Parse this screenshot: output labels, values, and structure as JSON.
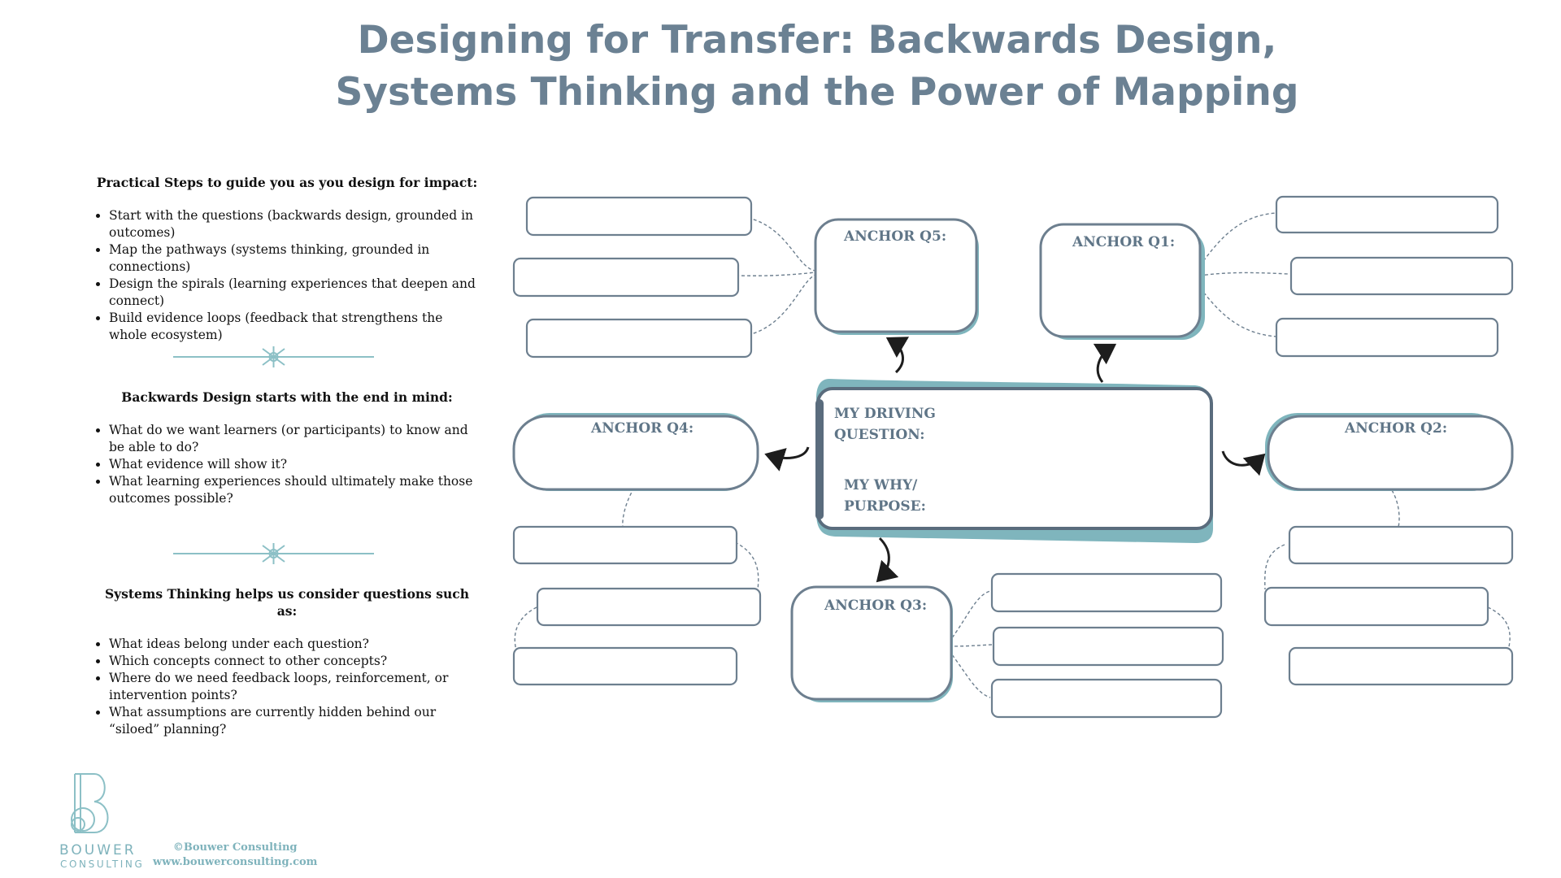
{
  "title": {
    "line1": "Designing for Transfer: Backwards Design,",
    "line2": "Systems Thinking and the Power of Mapping"
  },
  "sections": [
    {
      "heading": "Practical Steps to guide you as you design for impact:",
      "items": [
        "Start with the questions (backwards design, grounded in outcomes)",
        "Map the pathways (systems thinking, grounded in connections)",
        "Design the spirals (learning experiences that deepen and connect)",
        "Build evidence loops (feedback that strengthens the whole ecosystem)"
      ]
    },
    {
      "heading": "Backwards Design starts with the end in mind:",
      "items": [
        "What do we want learners (or participants) to know and be able to do?",
        "What evidence will show it?",
        "What learning experiences should ultimately make those outcomes possible?"
      ]
    },
    {
      "heading": "Systems Thinking  helps us consider questions such as:",
      "items": [
        "What ideas belong under each question?",
        "Which concepts connect to other concepts?",
        "Where do we need feedback loops, reinforcement, or intervention points?",
        "What assumptions are currently hidden behind our “siloed” planning?"
      ]
    }
  ],
  "map": {
    "center_question": "MY DRIVING QUESTION:",
    "center_purpose": "MY WHY/ PURPOSE:",
    "anchors": {
      "q1": "ANCHOR Q1:",
      "q2": "ANCHOR Q2:",
      "q3": "ANCHOR Q3:",
      "q4": "ANCHOR Q4:",
      "q5": "ANCHOR Q5:"
    }
  },
  "footer": {
    "brand_name": "BOUWER",
    "brand_sub": "CONSULTING",
    "copyright": "©Bouwer Consulting",
    "website": "www.bouwerconsulting.com"
  },
  "colors": {
    "title": "#6b8193",
    "box_stroke": "#6d7f8f",
    "teal_accent": "#7fb5bd",
    "label": "#5f7587"
  }
}
